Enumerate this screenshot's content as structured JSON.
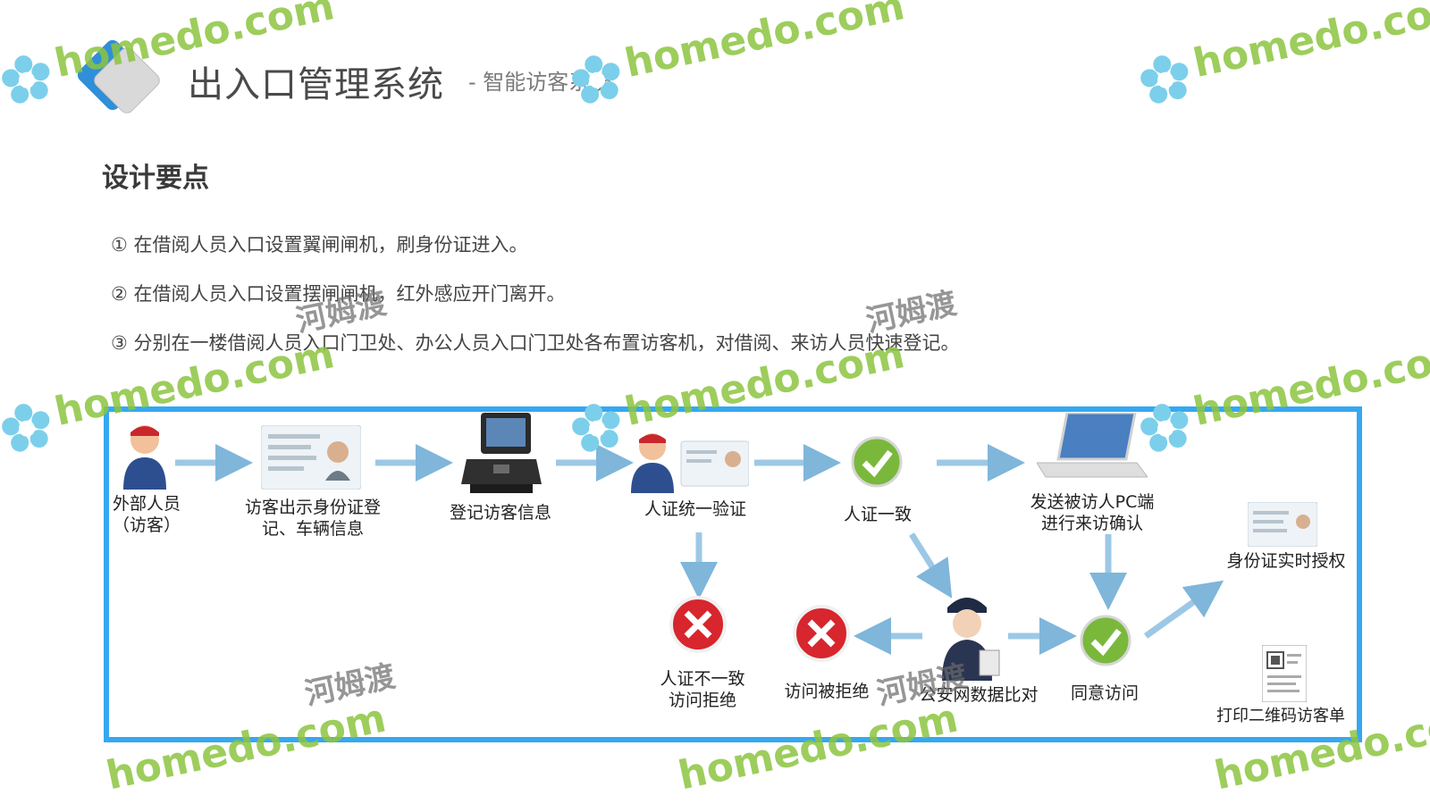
{
  "header": {
    "title": "出入口管理系统",
    "subtitle": "- 智能访客系统"
  },
  "section": {
    "heading": "设计要点",
    "points": [
      "① 在借阅人员入口设置翼闸闸机，刷身份证进入。",
      "② 在借阅人员入口设置摆闸闸机，红外感应开门离开。",
      "③ 分别在一楼借阅人员入口门卫处、办公人员入口门卫处各布置访客机，对借阅、来访人员快速登记。"
    ]
  },
  "flow": {
    "border_color": "#35a8f0",
    "nodes": {
      "visitor": "外部人员\n（访客）",
      "show_id": "访客出示身份证登\n记、车辆信息",
      "register": "登记访客信息",
      "verify": "人证统一验证",
      "match": "人证一致",
      "send_pc": "发送被访人PC端\n进行来访确认",
      "id_auth": "身份证实时授权",
      "mismatch": "人证不一致\n访问拒绝",
      "rejected": "访问被拒绝",
      "police": "公安网数据比对",
      "agree": "同意访问",
      "print": "打印二维码访客单"
    }
  },
  "watermark": {
    "brand": "homedo.com",
    "brand_cn": "河姆渡"
  }
}
